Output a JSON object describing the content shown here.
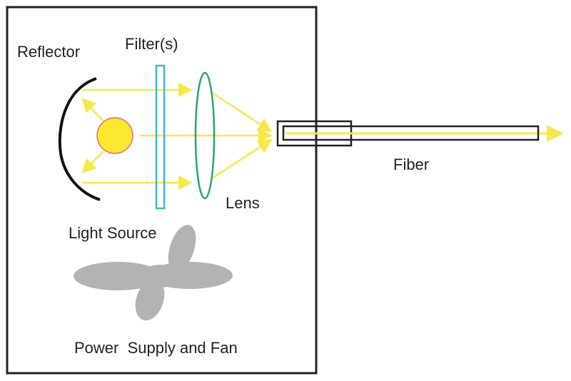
{
  "labels": {
    "reflector": "Reflector",
    "filters": "Filter(s)",
    "lens": "Lens",
    "light_source": "Light Source",
    "power_supply_fan": "Power  Supply and Fan",
    "fiber": "Fiber"
  },
  "colors": {
    "box_stroke": "#222222",
    "light_ray": "#f7e84a",
    "light_source_fill": "#fbe830",
    "light_source_stroke": "#e07080",
    "filter": "#3fb3d6",
    "lens": "#27a57a",
    "fan": "#b3b3b3",
    "reflector": "#111111"
  },
  "icons": {
    "fan": "fan-icon",
    "light_source": "bulb-icon"
  }
}
